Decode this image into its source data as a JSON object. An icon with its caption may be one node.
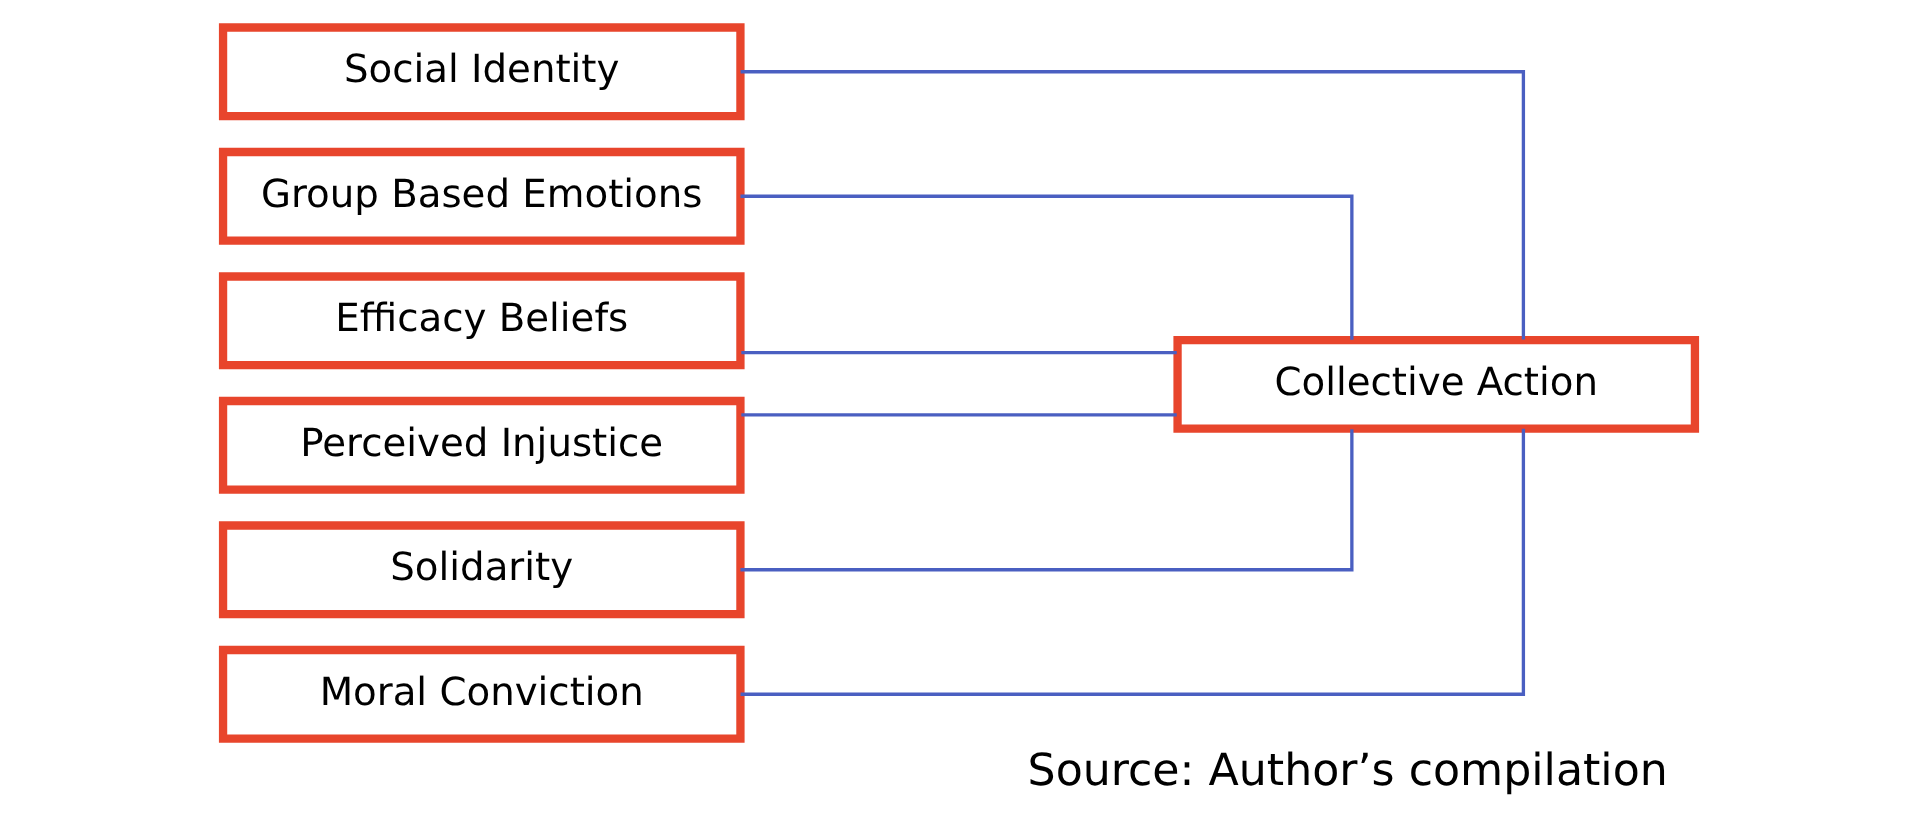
{
  "diagram": {
    "caption": "Source: Author’s compilation",
    "nodes": [
      {
        "text": [
          "Social Identity"
        ]
      },
      {
        "text": [
          "Group Based Emotions"
        ]
      },
      {
        "text": [
          "Efficacy Beliefs"
        ]
      },
      {
        "text": [
          "Perceived Injustice"
        ]
      },
      {
        "text": [
          "Solidarity"
        ]
      },
      {
        "text": [
          "Moral Conviction"
        ]
      },
      {
        "text": [
          "Collective Action"
        ]
      }
    ],
    "edges": [
      {
        "from": 0,
        "to": 6,
        "arrow": "none"
      },
      {
        "from": 1,
        "to": 6,
        "arrow": "none"
      },
      {
        "from": 2,
        "to": 6,
        "arrow": "none"
      },
      {
        "from": 3,
        "to": 6,
        "arrow": "none"
      },
      {
        "from": 4,
        "to": 6,
        "arrow": "none"
      },
      {
        "from": 5,
        "to": 6,
        "arrow": "none"
      }
    ]
  }
}
